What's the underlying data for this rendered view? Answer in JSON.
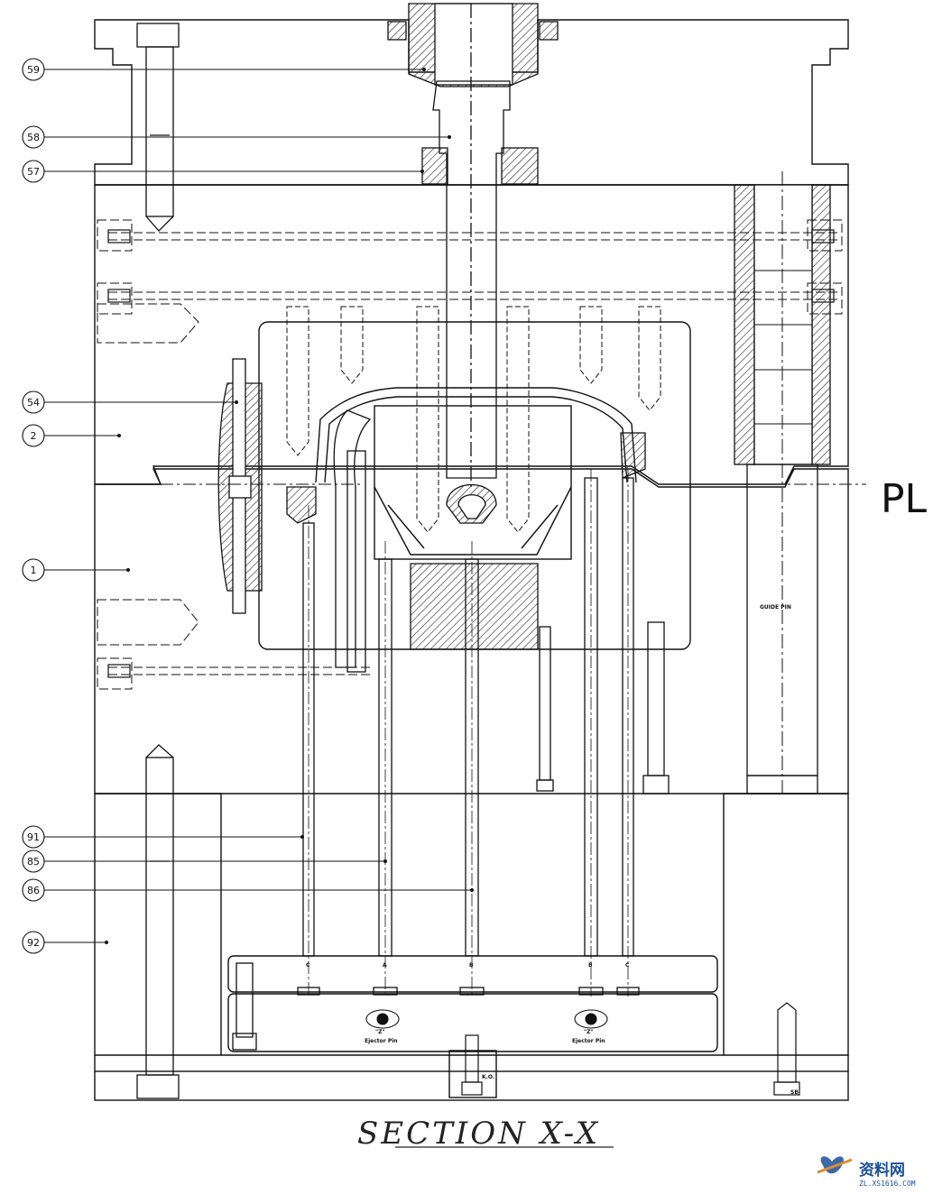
{
  "callouts": [
    {
      "label": "59"
    },
    {
      "label": "58"
    },
    {
      "label": "57"
    },
    {
      "label": "54"
    },
    {
      "label": "2"
    },
    {
      "label": "1"
    },
    {
      "label": "91"
    },
    {
      "label": "85"
    },
    {
      "label": "86"
    },
    {
      "label": "92"
    }
  ],
  "parting_line_label": "PL",
  "guide_pin_label": "GUIDE PIN",
  "ejector_pin_marks": [
    {
      "mark": "\"Z\"",
      "text": "Ejector Pin"
    },
    {
      "mark": "\"Z\"",
      "text": "Ejector Pin"
    }
  ],
  "pin_letters": [
    "C",
    "A",
    "B",
    "B",
    "C"
  ],
  "ko_label": "K.O.",
  "sb_label": "SB",
  "caption": "SECTION X-X",
  "watermark": {
    "name": "资料网",
    "url": "ZL.XS1616.COM"
  },
  "colors": {
    "line": "#111111",
    "hatch": "#333333",
    "watermark_blue": "#1a4f9c",
    "watermark_orange": "#e08a2c"
  }
}
